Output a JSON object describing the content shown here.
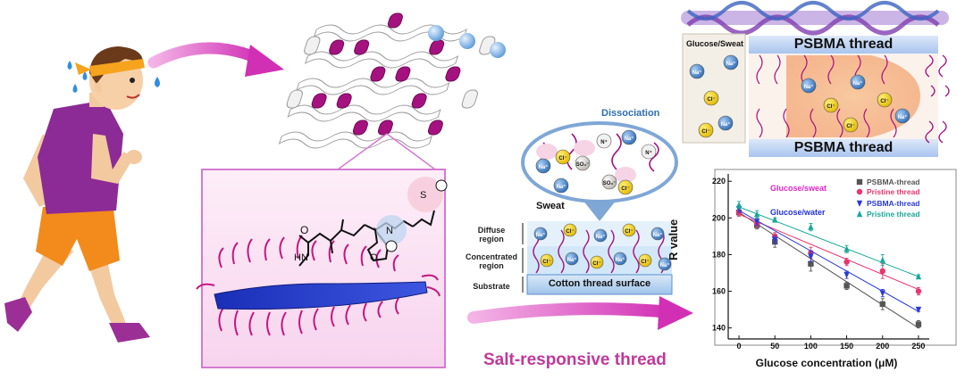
{
  "labels": {
    "dissociation": "Dissociation",
    "sweat": "Sweat",
    "salt_responsive": "Salt-responsive thread",
    "diffuse_region": "Diffuse region",
    "concentrated_region": "Concentrated region",
    "substrate": "Substrate",
    "cotton_surface": "Cotton thread surface",
    "glucose_sweat_box": "Glucose/Sweat",
    "psbma_thread": "PSBMA thread",
    "ion_na": "Na⁺",
    "ion_cl": "Cl⁻",
    "ion_so3": "SO₃⁻",
    "ion_n": "N⁺"
  },
  "colors": {
    "magenta": "#a5127f",
    "arrow_pink": "#e04fc3",
    "cotton_blue": "#b8d4ef",
    "ion_cl": "#f3d21a",
    "ion_na": "#3d7fc8",
    "psbma_bar": "#c5d8f3"
  },
  "chart_data": {
    "type": "scatter",
    "xlabel": "Glucose concentration (μM)",
    "ylabel": "R value",
    "x_ticks": [
      0,
      50,
      100,
      150,
      200,
      250
    ],
    "y_ticks": [
      140,
      160,
      180,
      200,
      220
    ],
    "xlim": [
      -15,
      265
    ],
    "ylim": [
      134,
      224
    ],
    "grid": false,
    "legend_position": "top-right",
    "group_labels": [
      {
        "text": "Glucose/sweat",
        "color": "#e026c8"
      },
      {
        "text": "Glucose/water",
        "color": "#2233dd"
      }
    ],
    "series": [
      {
        "name": "PSBMA-thread",
        "group": "Glucose/sweat",
        "color": "#555555",
        "marker": "square",
        "x": [
          0,
          25,
          50,
          100,
          150,
          200,
          250
        ],
        "y": [
          203,
          196,
          187,
          175,
          163,
          153,
          142
        ],
        "err": [
          2,
          2,
          3,
          4,
          2,
          3,
          2
        ],
        "fit": [
          [
            0,
            203
          ],
          [
            250,
            140
          ]
        ]
      },
      {
        "name": "Pristine thread",
        "group": "Glucose/sweat",
        "color": "#e8356e",
        "marker": "circle",
        "x": [
          0,
          25,
          50,
          100,
          150,
          200,
          250
        ],
        "y": [
          203,
          197,
          190,
          181,
          176,
          171,
          160
        ],
        "err": [
          2,
          2,
          2,
          3,
          2,
          4,
          2
        ],
        "fit": [
          [
            0,
            202
          ],
          [
            250,
            161
          ]
        ]
      },
      {
        "name": "PSBMA-thread",
        "group": "Glucose/water",
        "color": "#2a3bd6",
        "marker": "triangle-down",
        "x": [
          0,
          25,
          50,
          100,
          150,
          200,
          250
        ],
        "y": [
          205,
          198,
          188,
          179,
          169,
          159,
          150
        ],
        "err": [
          2,
          2,
          2,
          3,
          2,
          2,
          1
        ],
        "fit": [
          [
            0,
            204
          ],
          [
            250,
            149
          ]
        ]
      },
      {
        "name": "Pristine thread",
        "group": "Glucose/water",
        "color": "#1aa89a",
        "marker": "triangle",
        "x": [
          0,
          25,
          50,
          100,
          150,
          200,
          250
        ],
        "y": [
          207,
          202,
          199,
          195,
          183,
          177,
          168
        ],
        "err": [
          2,
          2,
          1,
          2,
          2,
          3,
          1
        ],
        "fit": [
          [
            0,
            206
          ],
          [
            250,
            168
          ]
        ]
      }
    ]
  }
}
